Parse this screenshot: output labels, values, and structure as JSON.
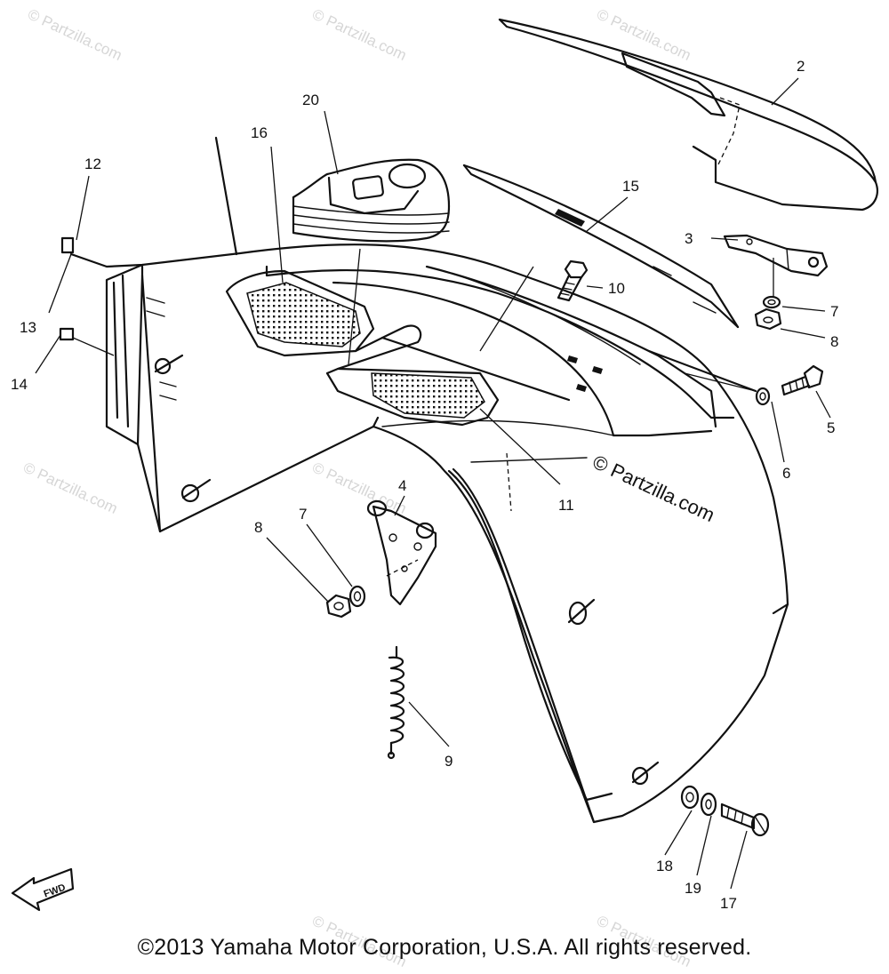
{
  "watermark": {
    "text": "© Partzilla.com",
    "color": "#d6d6d6"
  },
  "callouts": [
    "2",
    "3",
    "4",
    "5",
    "6",
    "7",
    "7",
    "8",
    "8",
    "9",
    "10",
    "11",
    "12",
    "13",
    "14",
    "15",
    "16",
    "17",
    "18",
    "19",
    "20"
  ],
  "direction_badge": "FWD",
  "copyright": "©2013 Yamaha Motor Corporation, U.S.A. All rights reserved."
}
